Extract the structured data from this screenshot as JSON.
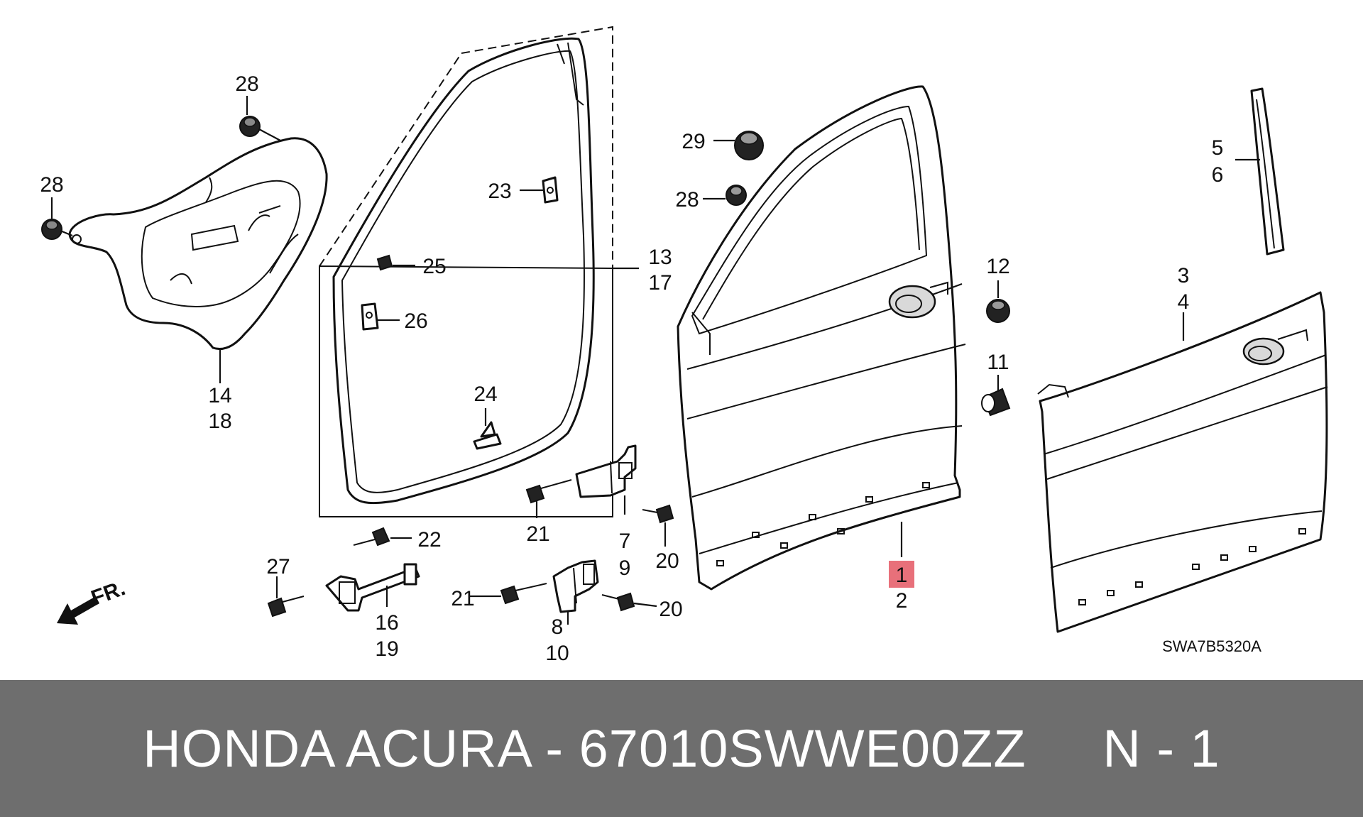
{
  "footer": {
    "brand": "HONDA ACURA",
    "separator": "-",
    "part_number": "67010SWWE00ZZ",
    "position": "N - 1"
  },
  "diagram": {
    "drawing_id": "SWA7B5320A",
    "direction_label": "FR.",
    "highlighted_callout": "1",
    "highlight_color": "#e8707a",
    "callouts": [
      {
        "id": "c1",
        "text": "1"
      },
      {
        "id": "c2",
        "text": "2"
      },
      {
        "id": "c3",
        "text": "3"
      },
      {
        "id": "c4",
        "text": "4"
      },
      {
        "id": "c5",
        "text": "5"
      },
      {
        "id": "c6",
        "text": "6"
      },
      {
        "id": "c7",
        "text": "7"
      },
      {
        "id": "c8",
        "text": "8"
      },
      {
        "id": "c9",
        "text": "9"
      },
      {
        "id": "c10",
        "text": "10"
      },
      {
        "id": "c11",
        "text": "11"
      },
      {
        "id": "c12",
        "text": "12"
      },
      {
        "id": "c13",
        "text": "13"
      },
      {
        "id": "c14",
        "text": "14"
      },
      {
        "id": "c16",
        "text": "16"
      },
      {
        "id": "c17",
        "text": "17"
      },
      {
        "id": "c18",
        "text": "18"
      },
      {
        "id": "c19",
        "text": "19"
      },
      {
        "id": "c20a",
        "text": "20"
      },
      {
        "id": "c20b",
        "text": "20"
      },
      {
        "id": "c21a",
        "text": "21"
      },
      {
        "id": "c21b",
        "text": "21"
      },
      {
        "id": "c22",
        "text": "22"
      },
      {
        "id": "c23",
        "text": "23"
      },
      {
        "id": "c24",
        "text": "24"
      },
      {
        "id": "c25",
        "text": "25"
      },
      {
        "id": "c26",
        "text": "26"
      },
      {
        "id": "c27",
        "text": "27"
      },
      {
        "id": "c28a",
        "text": "28"
      },
      {
        "id": "c28b",
        "text": "28"
      },
      {
        "id": "c28c",
        "text": "28"
      },
      {
        "id": "c29",
        "text": "29"
      }
    ]
  }
}
